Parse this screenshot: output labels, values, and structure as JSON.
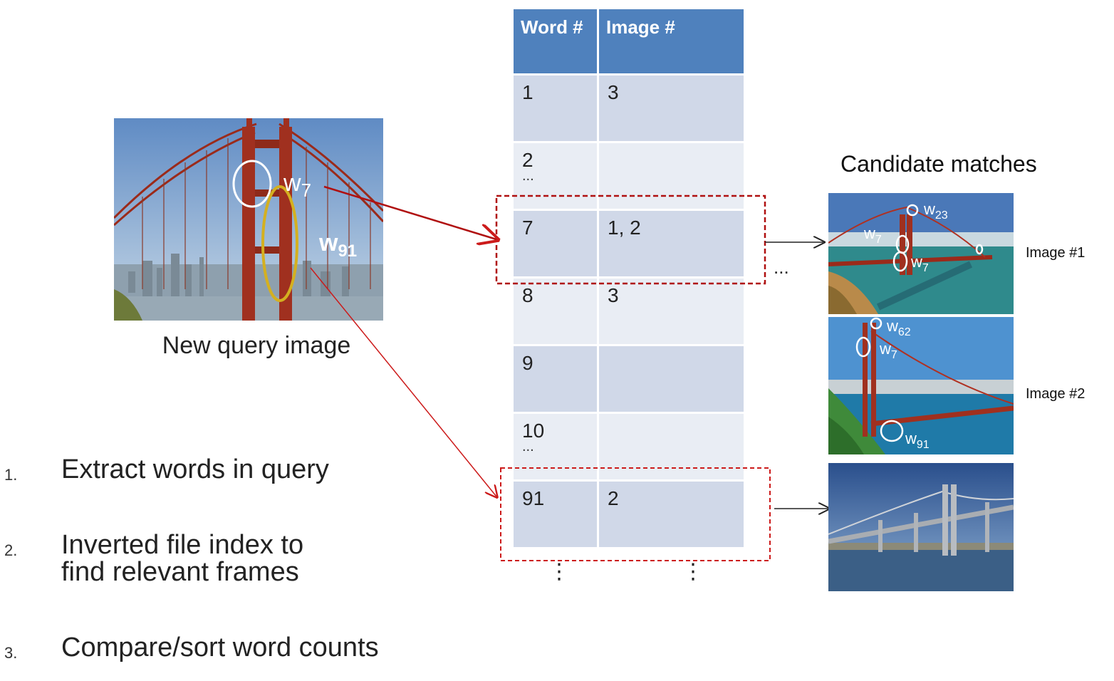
{
  "query": {
    "caption": "New query image",
    "labels": {
      "w7": "w",
      "w7_sub": "7",
      "w91": "w",
      "w91_sub": "91"
    }
  },
  "table": {
    "headers": [
      "Word #",
      "Image #"
    ],
    "rows": [
      {
        "word": "1",
        "image": "3",
        "cont": ""
      },
      {
        "word": "2",
        "image": "",
        "cont": "..."
      },
      {
        "word": "7",
        "image": "1, 2",
        "cont": ""
      },
      {
        "word": "8",
        "image": "3",
        "cont": ""
      },
      {
        "word": "9",
        "image": "",
        "cont": ""
      },
      {
        "word": "10",
        "image": "",
        "cont": "..."
      },
      {
        "word": "91",
        "image": "2",
        "cont": ""
      }
    ],
    "more": "⋮"
  },
  "between_ellipsis": "...",
  "candidates": {
    "title": "Candidate matches",
    "image1_label": "Image #1",
    "image2_label": "Image #2",
    "image1_words": [
      "w",
      "23",
      "w",
      "7",
      "w",
      "7"
    ],
    "image2_words": [
      "w",
      "62",
      "w",
      "7",
      "w",
      "91"
    ]
  },
  "steps": [
    {
      "num": "1.",
      "text": "Extract words in query"
    },
    {
      "num": "2.",
      "text": "Inverted file index to\nfind relevant frames"
    },
    {
      "num": "3.",
      "text": "Compare/sort word counts"
    }
  ]
}
